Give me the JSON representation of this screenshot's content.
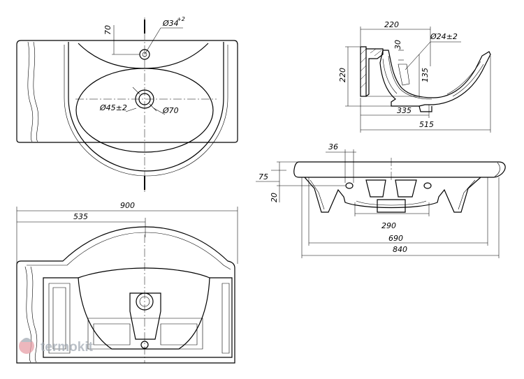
{
  "dimensions": {
    "top_view": {
      "tap_offset": "70",
      "tap_hole": "Ø34",
      "tap_hole_tol": "+2",
      "drain_hole": "Ø45±2",
      "drain_outer": "Ø70"
    },
    "side_section": {
      "width_top": "220",
      "overflow_offset": "30",
      "overflow_hole": "Ø24±2",
      "height": "220",
      "overflow_height": "135",
      "depth_inner": "335",
      "depth_total": "515"
    },
    "bottom_view": {
      "width_total": "900",
      "width_half": "535"
    },
    "front_view": {
      "mount_hole": "36",
      "rim_offset": "75",
      "mount_height": "20",
      "drain_width": "290",
      "bowl_width": "690",
      "base_width": "840"
    }
  },
  "watermark": {
    "brand": "termokit"
  },
  "colors": {
    "line": "#000000",
    "watermark": "#a3acb5",
    "watermark_accent": "#e8a0a8"
  }
}
